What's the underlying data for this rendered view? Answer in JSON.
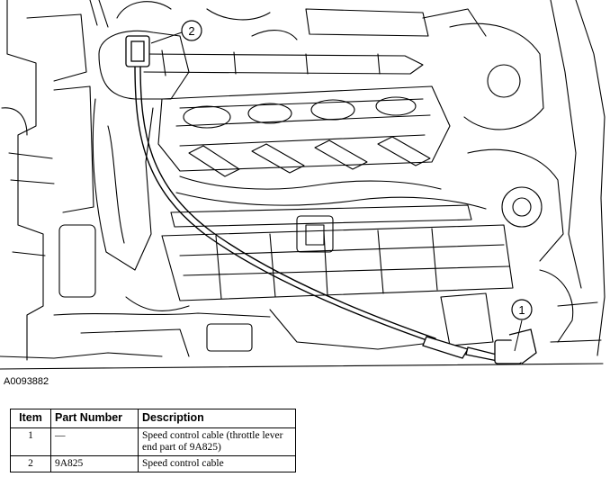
{
  "figure": {
    "id": "A0093882",
    "callouts": [
      "2",
      "1"
    ]
  },
  "table": {
    "headers": [
      "Item",
      "Part Number",
      "Description"
    ],
    "rows": [
      {
        "item": "1",
        "part": "—",
        "description": "Speed control cable (throttle lever end part of 9A825)"
      },
      {
        "item": "2",
        "part": "9A825",
        "description": "Speed control cable"
      }
    ]
  }
}
